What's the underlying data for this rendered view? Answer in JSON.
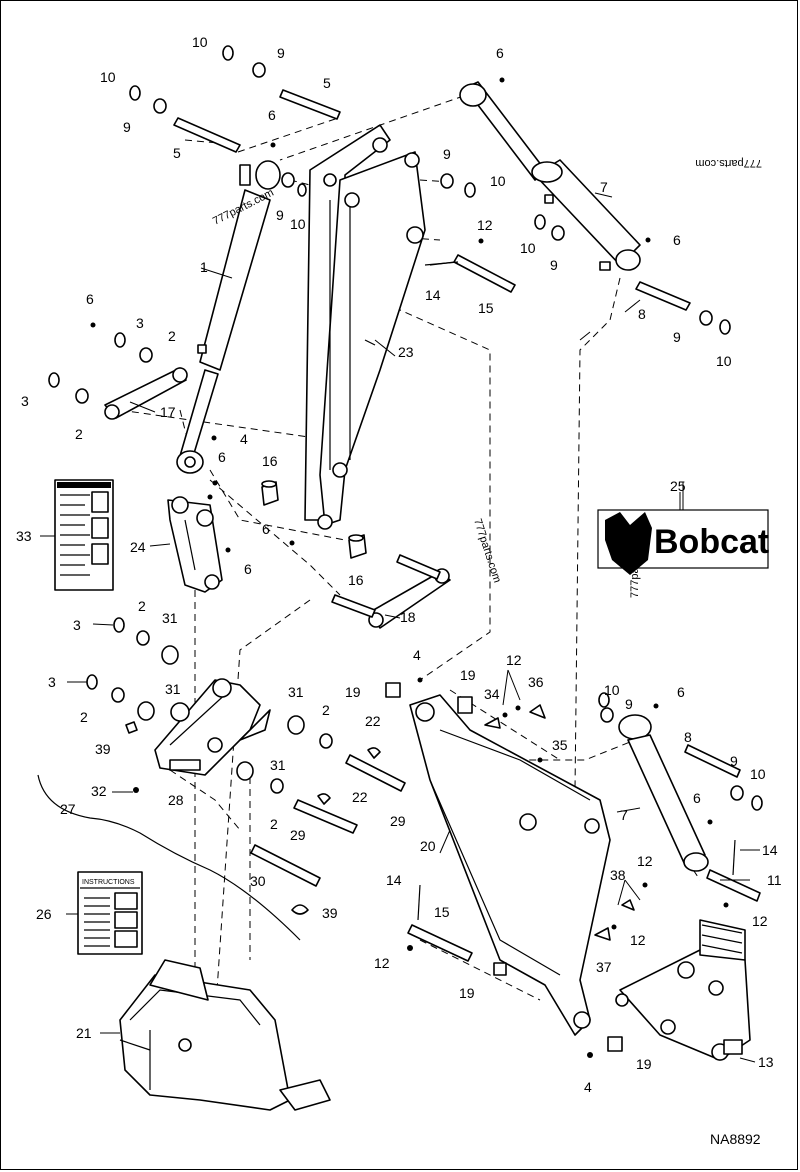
{
  "diagram": {
    "drawing_code": "NA8892",
    "brand_name": "Bobcat",
    "decal_26_title": "INSTRUCTIONS",
    "watermarks": [
      "777parts.com",
      "777parts.com",
      "777parts.com",
      "777parts.com"
    ],
    "callouts": [
      "10",
      "9",
      "5",
      "10",
      "9",
      "5",
      "6",
      "9",
      "10",
      "1",
      "6",
      "3",
      "2",
      "3",
      "2",
      "17",
      "4",
      "6",
      "16",
      "23",
      "6",
      "16",
      "18",
      "24",
      "6",
      "33",
      "6",
      "7",
      "9",
      "10",
      "12",
      "14",
      "15",
      "10",
      "9",
      "6",
      "8",
      "9",
      "10",
      "25",
      "3",
      "2",
      "31",
      "3",
      "31",
      "2",
      "39",
      "32",
      "28",
      "31",
      "2",
      "22",
      "29",
      "31",
      "2",
      "22",
      "29",
      "27",
      "30",
      "39",
      "26",
      "4",
      "12",
      "36",
      "19",
      "19",
      "34",
      "35",
      "20",
      "10",
      "9",
      "6",
      "8",
      "9",
      "10",
      "7",
      "6",
      "14",
      "11",
      "12",
      "12",
      "38",
      "12",
      "37",
      "14",
      "15",
      "12",
      "19",
      "21",
      "13",
      "4",
      "19"
    ]
  }
}
